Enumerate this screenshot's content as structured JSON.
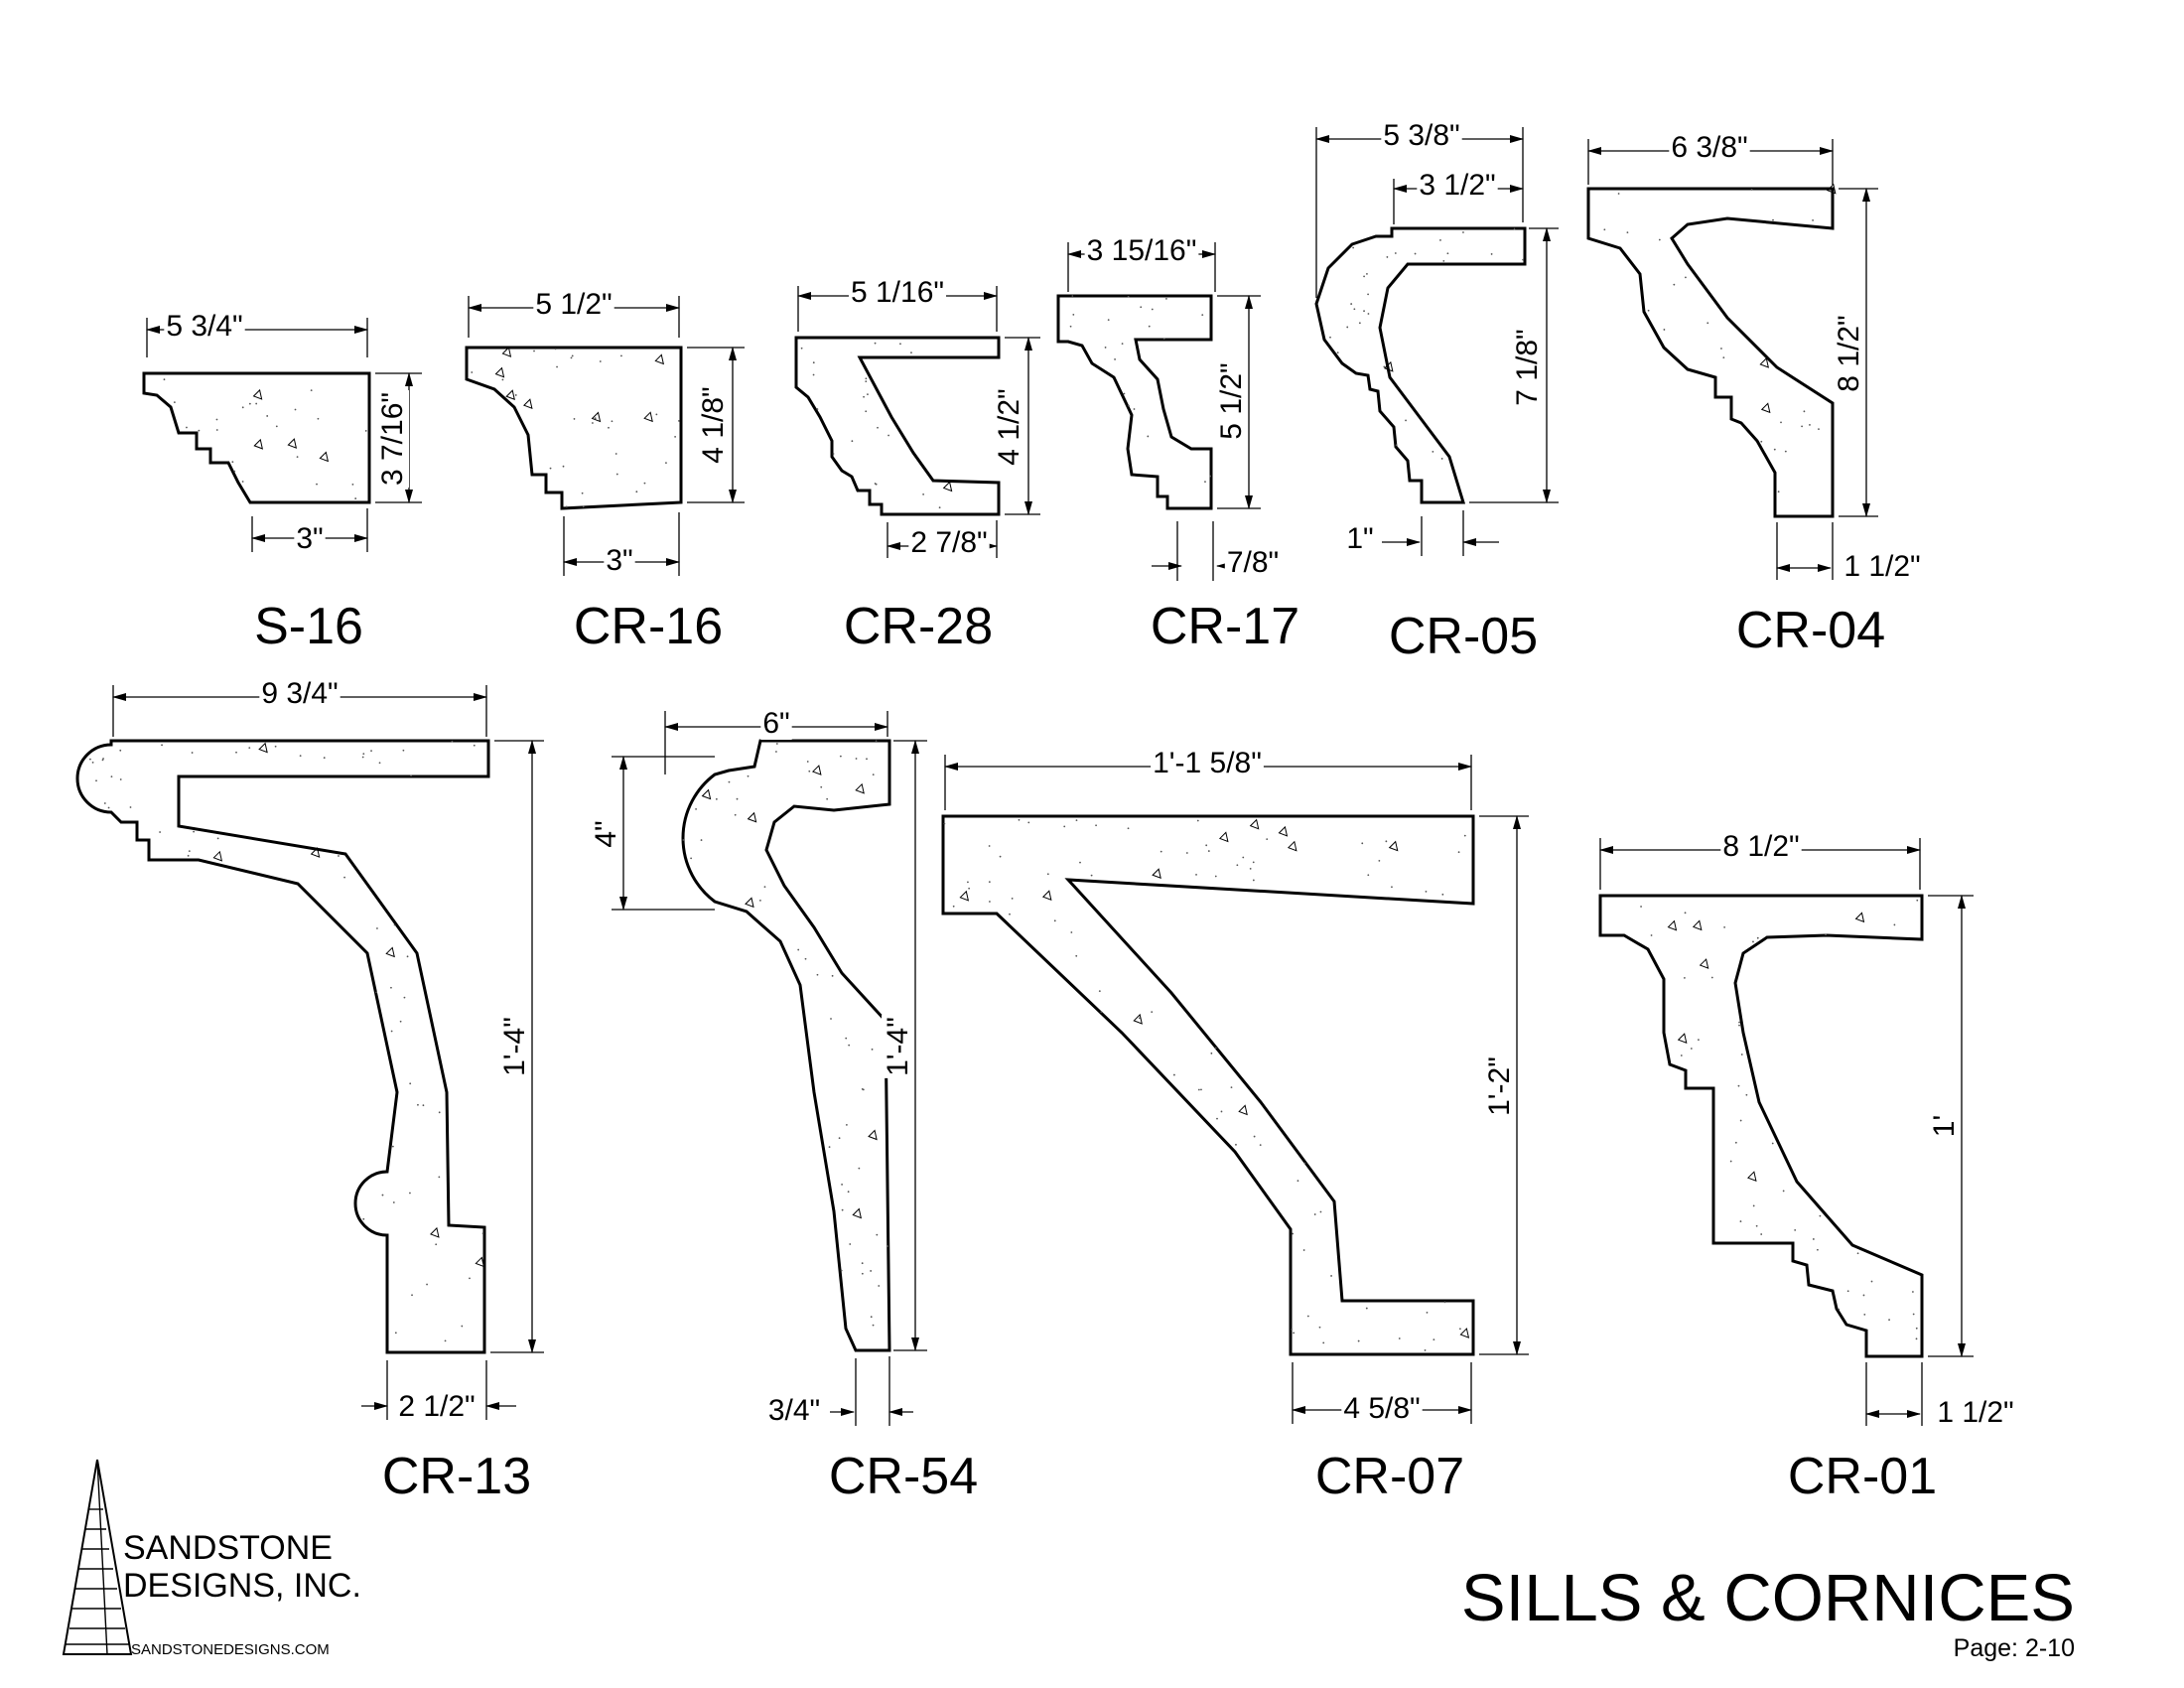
{
  "company": {
    "name_line1": "SANDSTONE",
    "name_line2": "DESIGNS, INC.",
    "website": "SANDSTONEDESIGNS.COM"
  },
  "sheet": {
    "title": "SILLS & CORNICES",
    "page": "Page: 2-10"
  },
  "profiles": [
    {
      "id": "S-16",
      "dims": {
        "width": "5 3/4\"",
        "height": "3 7/16\"",
        "bottom": "3\""
      }
    },
    {
      "id": "CR-16",
      "dims": {
        "width": "5 1/2\"",
        "height": "4 1/8\"",
        "bottom": "3\""
      }
    },
    {
      "id": "CR-28",
      "dims": {
        "width": "5 1/16\"",
        "height": "4 1/2\"",
        "bottom": "2 7/8\""
      }
    },
    {
      "id": "CR-17",
      "dims": {
        "width": "3 15/16\"",
        "height": "5 1/2\"",
        "bottom": "7/8\""
      }
    },
    {
      "id": "CR-05",
      "dims": {
        "width": "5 3/8\"",
        "top_flange": "3 1/2\"",
        "height": "7 1/8\"",
        "bottom": "1\""
      }
    },
    {
      "id": "CR-04",
      "dims": {
        "width": "6 3/8\"",
        "height": "8 1/2\"",
        "bottom": "1 1/2\""
      }
    },
    {
      "id": "CR-13",
      "dims": {
        "width": "9 3/4\"",
        "height": "1'-4\"",
        "bottom": "2 1/2\""
      }
    },
    {
      "id": "CR-54",
      "dims": {
        "width": "6\"",
        "bead": "4\"",
        "height": "1'-4\"",
        "bottom": "3/4\""
      }
    },
    {
      "id": "CR-07",
      "dims": {
        "width": "1'-1 5/8\"",
        "height": "1'-2\"",
        "bottom": "4 5/8\""
      }
    },
    {
      "id": "CR-01",
      "dims": {
        "width": "8 1/2\"",
        "height": "1'",
        "bottom": "1 1/2\""
      }
    }
  ]
}
